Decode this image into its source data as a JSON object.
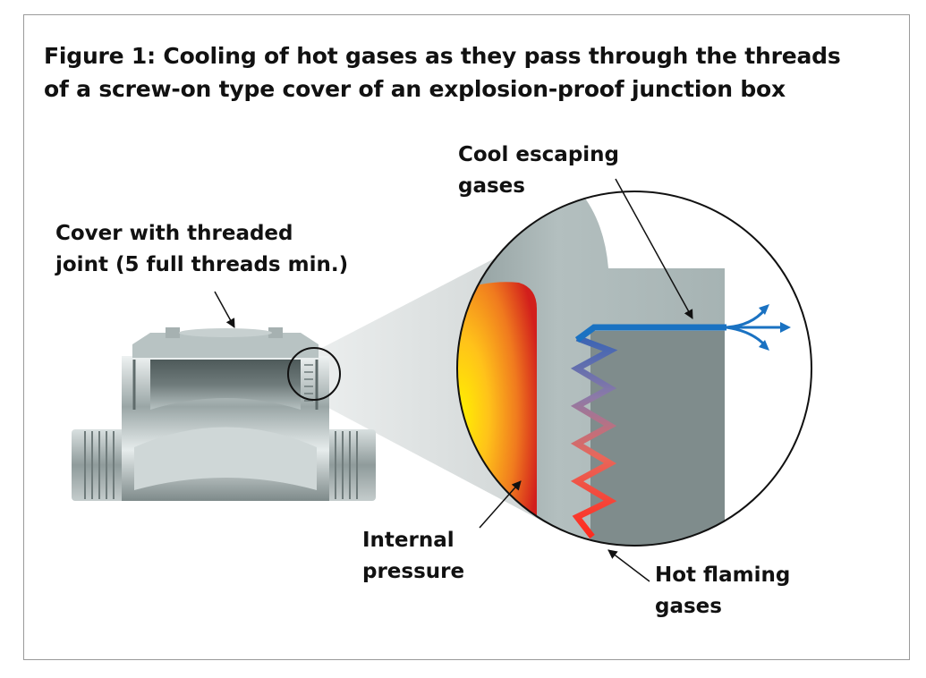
{
  "figure": {
    "title_line1": "Figure 1: Cooling of hot gases as they pass through the threads",
    "title_line2": "of a screw-on type cover of an explosion-proof junction box"
  },
  "labels": {
    "cover_line1": "Cover with threaded",
    "cover_line2": "joint (5 full threads min.)",
    "cool_line1": "Cool escaping",
    "cool_line2": "gases",
    "internal_line1": "Internal",
    "internal_line2": "pressure",
    "hot_line1": "Hot flaming",
    "hot_line2": "gases"
  },
  "colors": {
    "cool_gas": "#1a72c2",
    "hot_gas": "#e8452a",
    "flame_center": "#ffe500",
    "flame_edge": "#d8231e",
    "metal": "#a8b6b6",
    "metal_dark": "#7f8c8c",
    "frame": "#9a9a9a"
  }
}
